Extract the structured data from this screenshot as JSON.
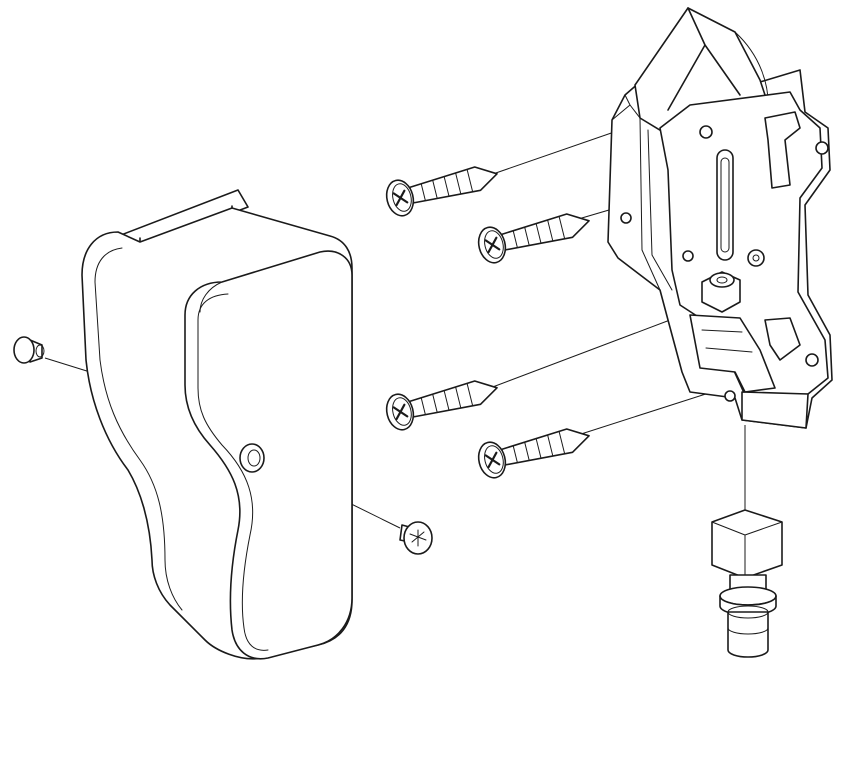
{
  "diagram": {
    "type": "exploded-assembly-line-drawing",
    "stroke_color": "#1a1a1a",
    "background": "#ffffff",
    "parts": [
      {
        "id": "handle-cover",
        "icon": "handle-cover-icon"
      },
      {
        "id": "latch-mechanism",
        "icon": "latch-bracket-icon"
      },
      {
        "id": "mounting-screws",
        "icon": "phillips-screw-icon",
        "count": 4
      },
      {
        "id": "cover-screw",
        "icon": "phillips-screw-icon",
        "count": 1
      },
      {
        "id": "cover-pin",
        "icon": "pin-icon",
        "count": 1
      },
      {
        "id": "hex-nut-bolt",
        "icon": "hex-bolt-icon",
        "count": 1
      }
    ]
  }
}
